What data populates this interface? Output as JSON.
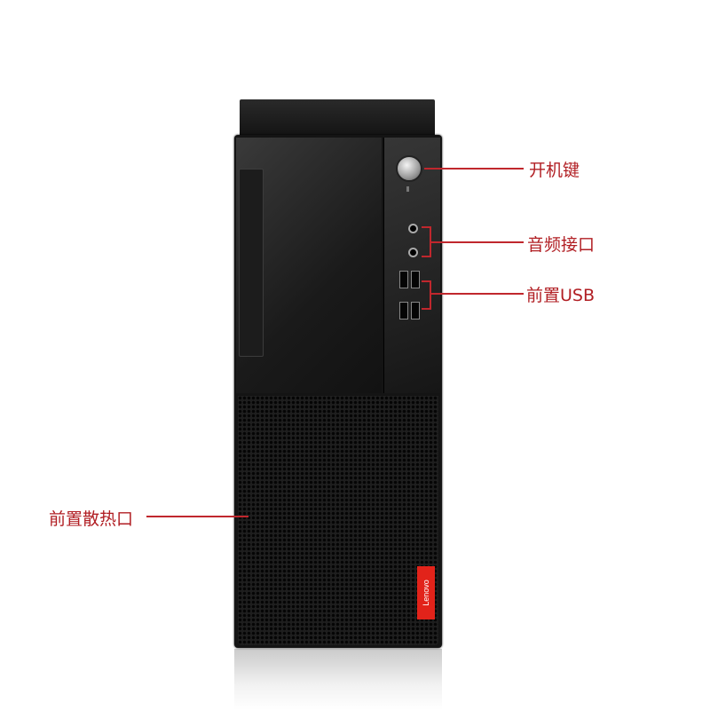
{
  "labels": {
    "power_button": "开机键",
    "audio_ports": "音频接口",
    "front_usb": "前置USB",
    "front_vent": "前置散热口"
  },
  "brand_logo": "Lenovo",
  "colors": {
    "annotation": "#c0272d",
    "logo": "#e2231a",
    "chassis": "#141414"
  }
}
